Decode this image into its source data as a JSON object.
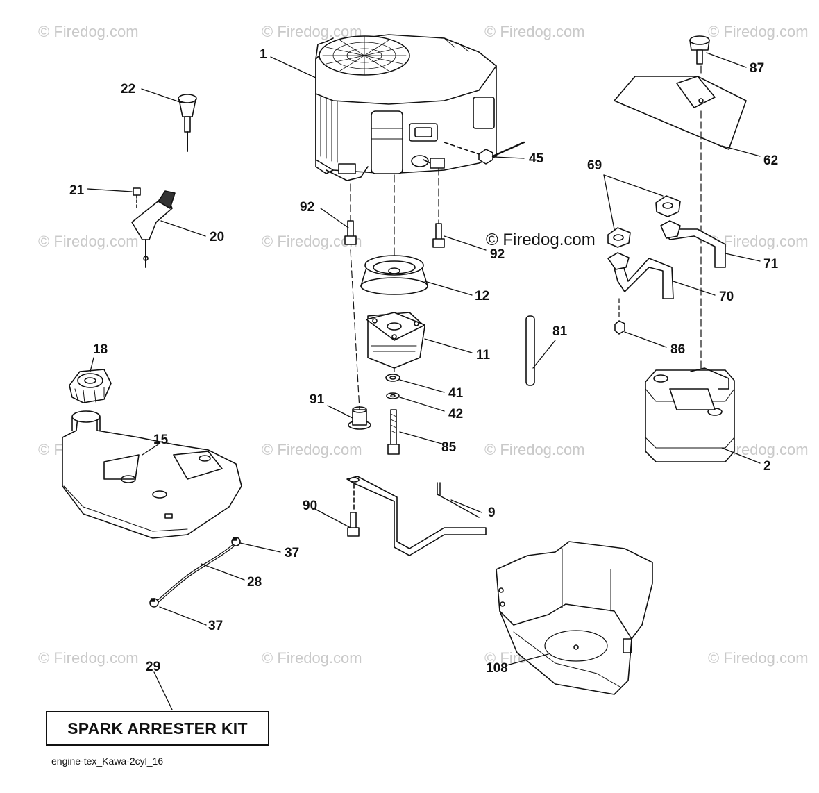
{
  "watermark": "© Firedog.com",
  "copyright_mark": "© Firedog.com",
  "callouts": {
    "c1": "1",
    "c2": "2",
    "c9": "9",
    "c11": "11",
    "c12": "12",
    "c15": "15",
    "c18": "18",
    "c20": "20",
    "c21": "21",
    "c22": "22",
    "c28": "28",
    "c29": "29",
    "c37a": "37",
    "c37b": "37",
    "c41": "41",
    "c42": "42",
    "c45": "45",
    "c62": "62",
    "c69": "69",
    "c70": "70",
    "c71": "71",
    "c81": "81",
    "c85": "85",
    "c86": "86",
    "c87": "87",
    "c90": "90",
    "c91": "91",
    "c92a": "92",
    "c92b": "92",
    "c108": "108"
  },
  "kit_label": "SPARK ARRESTER KIT",
  "file_id": "engine-tex_Kawa-2cyl_16"
}
